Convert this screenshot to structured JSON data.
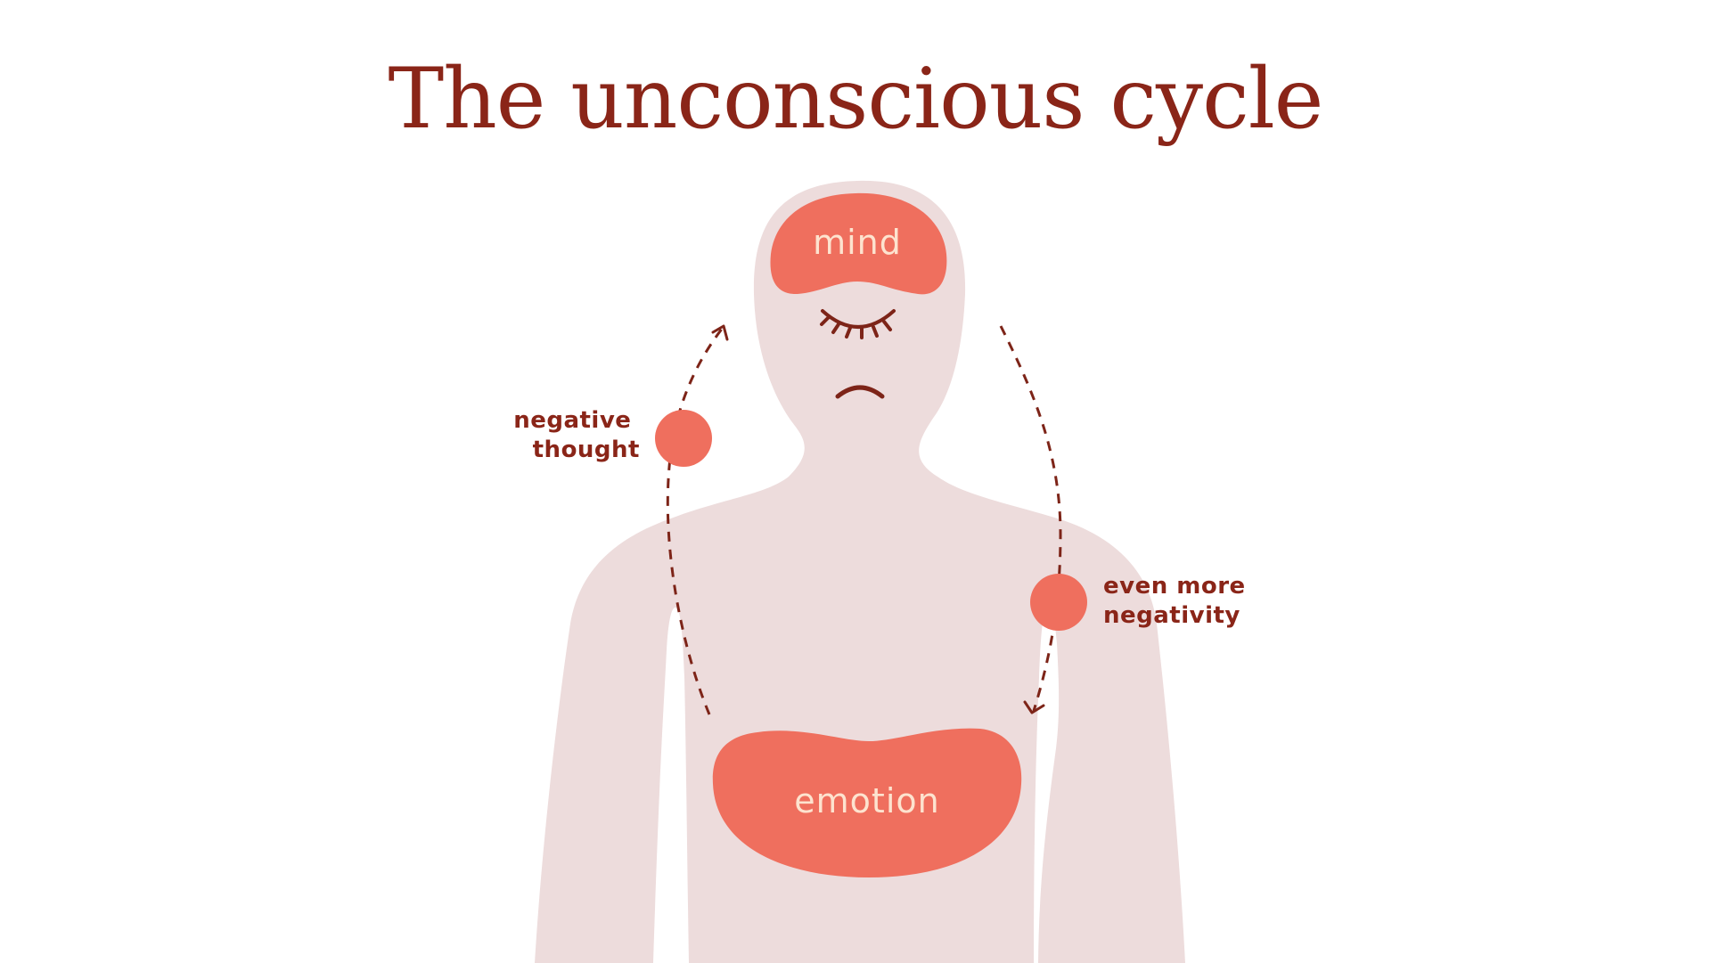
{
  "title": "The unconscious cycle",
  "regions": {
    "mind": "mind",
    "emotion": "emotion"
  },
  "cycle_labels": {
    "negative_thought": [
      "negative",
      "thought"
    ],
    "even_more_negativity": [
      "even more",
      "negativity"
    ]
  },
  "colors": {
    "title": "#8a2518",
    "body": "#eddcdc",
    "accent": "#ef6f5e",
    "region_text": "#fde3cf",
    "dark": "#7d2418"
  },
  "icons": {
    "eye": "closed-eye-icon",
    "mouth": "frown-icon",
    "arrow_up": "arrow-head-icon",
    "arrow_down": "arrow-head-icon"
  }
}
